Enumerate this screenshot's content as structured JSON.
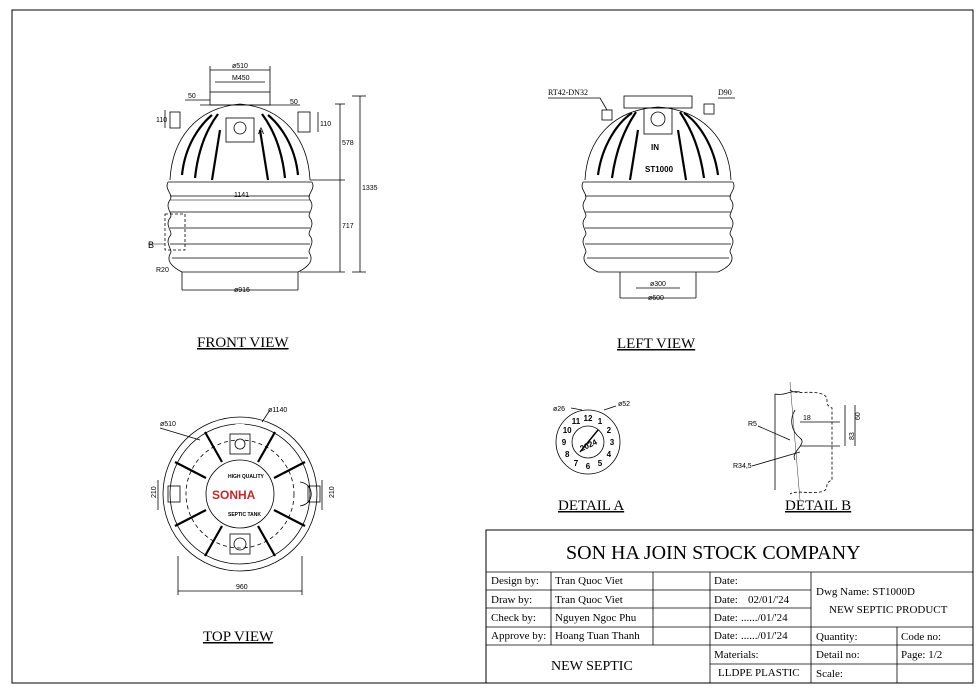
{
  "views": {
    "front": "FRONT VIEW",
    "left": "LEFT VIEW",
    "top": "TOP VIEW",
    "detail_a": "DETAIL A",
    "detail_b": "DETAIL B"
  },
  "front_dims": {
    "d510": "ø510",
    "m450": "M450",
    "d50a": "50",
    "d50b": "50",
    "d110a": "110",
    "d110b": "110",
    "d578": "578",
    "d1335": "1335",
    "d1141": "1141",
    "d717": "717",
    "r20": "R20",
    "d916": "ø916",
    "callout_a": "A",
    "callout_b": "B"
  },
  "left_dims": {
    "rt": "RT42-DN32",
    "d90": "D90",
    "in": "IN",
    "model": "ST1000",
    "d300": "ø300",
    "d600": "ø600"
  },
  "top_dims": {
    "d510": "ø510",
    "d1140": "ø1140",
    "d210a": "210",
    "d210b": "210",
    "d960": "960",
    "brand": "SONHA",
    "arc_top": "HIGH QUALITY",
    "arc_bottom": "SEPTIC TANK"
  },
  "detail_a": {
    "d26": "ø26",
    "d52": "ø52",
    "year": "2024",
    "months": [
      "1",
      "2",
      "3",
      "4",
      "5",
      "6",
      "7",
      "8",
      "9",
      "10",
      "11",
      "12"
    ]
  },
  "detail_b": {
    "r5": "R5",
    "r34": "R34,5",
    "d18": "18",
    "d60": "60",
    "d83": "83"
  },
  "title_block": {
    "company": "SON HA JOIN STOCK COMPANY",
    "rows": [
      {
        "label": "Design by:",
        "name": "Tran Quoc Viet",
        "date_label": "Date:",
        "date": ""
      },
      {
        "label": "Draw by:",
        "name": "Tran Quoc Viet",
        "date_label": "Date:",
        "date": "02/01/'24"
      },
      {
        "label": "Check by:",
        "name": "Nguyen Ngoc Phu",
        "date_label": "Date:",
        "date": "....../01/'24"
      },
      {
        "label": "Approve by:",
        "name": "Hoang Tuan Thanh",
        "date_label": "Date:",
        "date": "....../01/'24"
      }
    ],
    "product": "NEW SEPTIC",
    "materials_label": "Materials:",
    "materials": "LLDPE PLASTIC",
    "dwg_name": "Dwg Name: ST1000D",
    "dwg_desc": "NEW SEPTIC PRODUCT",
    "quantity": "Quantity:",
    "code_no": "Code no:",
    "detail_no": "Detail no:",
    "page": "Page: 1/2",
    "scale": "Scale:"
  }
}
